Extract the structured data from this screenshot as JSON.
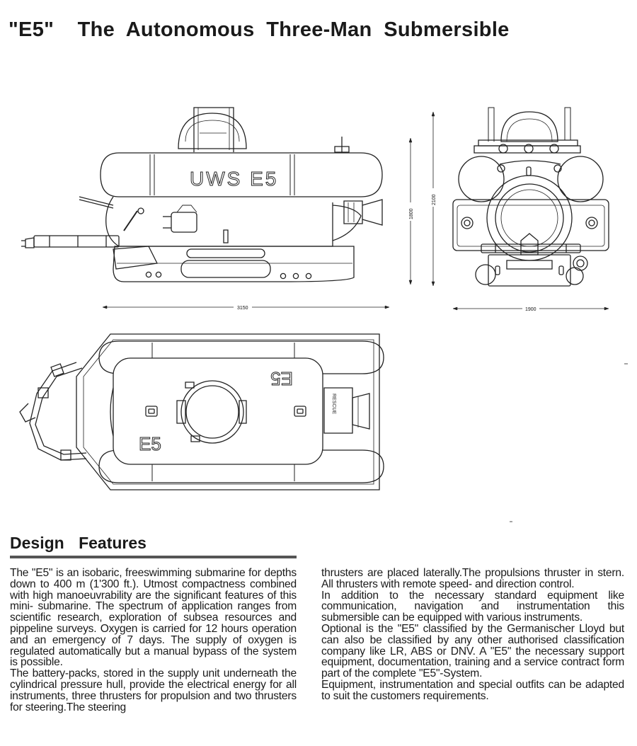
{
  "header": {
    "title": "\"E5\"    The  Autonomous  Three-Man  Submersible"
  },
  "drawings": {
    "side_view": {
      "hull_label": "UWS  E5",
      "dim_length": "3150",
      "dim_height": "1800"
    },
    "front_view": {
      "dim_height": "2100",
      "dim_width": "1900"
    },
    "top_view": {
      "label_e5": "E5",
      "label_e5_mirrored": "E5",
      "rescue_label": "RESCUE"
    }
  },
  "section": {
    "heading": "Design   Features"
  },
  "body": {
    "left_paragraphs": [
      "The \"E5\" is an isobaric, freeswimming submarine for depths down to 400 m (1'300 ft.). Utmost compactness combined with high manoeuvrability are the significant features of this mini- submarine. The spectrum of application ranges from scientific research, exploration of subsea resources and pippeline surveys. Oxygen is carried for 12 hours operation and an emergency of 7 days. The supply of oxygen is regulated automatically but a manual bypass of the system is possible.",
      "The battery-packs, stored in the supply unit underneath the cylindrical pressure hull, provide the electrical energy for all instruments, three thrusters for propulsion and two thrusters for steering.The steering"
    ],
    "right_paragraphs": [
      "thrusters are placed laterally.The propulsions thruster in stern. All thrusters with remote speed- and direction control.",
      "In addition to the necessary standard equipment like communication, navigation and instrumentation this submersible can be equipped with various instruments.",
      "Optional is the \"E5\" classified by the Germanischer Lloyd but can also be classified by any other authorised classification company like LR, ABS or DNV. A \"E5\" the necessary support equipment, documentation, training and a service contract form part of the complete \"E5\"-System.",
      "Equipment, instrumentation and special outfits can be adapted to suit the customers requirements."
    ]
  }
}
